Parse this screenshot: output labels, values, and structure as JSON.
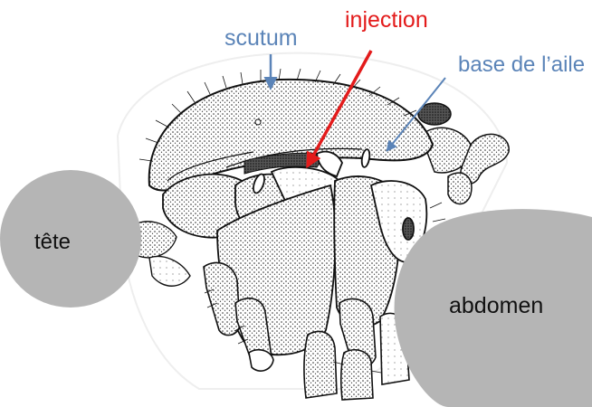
{
  "labels": {
    "scutum": "scutum",
    "injection": "injection",
    "base_aile": "base de l’aile",
    "tete": "tête",
    "abdomen": "abdomen"
  },
  "colors": {
    "blue_label": "#5b84b8",
    "red_label": "#e31b1b",
    "gray_blob": "#b5b5b5",
    "ink": "#1a1a1a",
    "background": "#ffffff"
  }
}
